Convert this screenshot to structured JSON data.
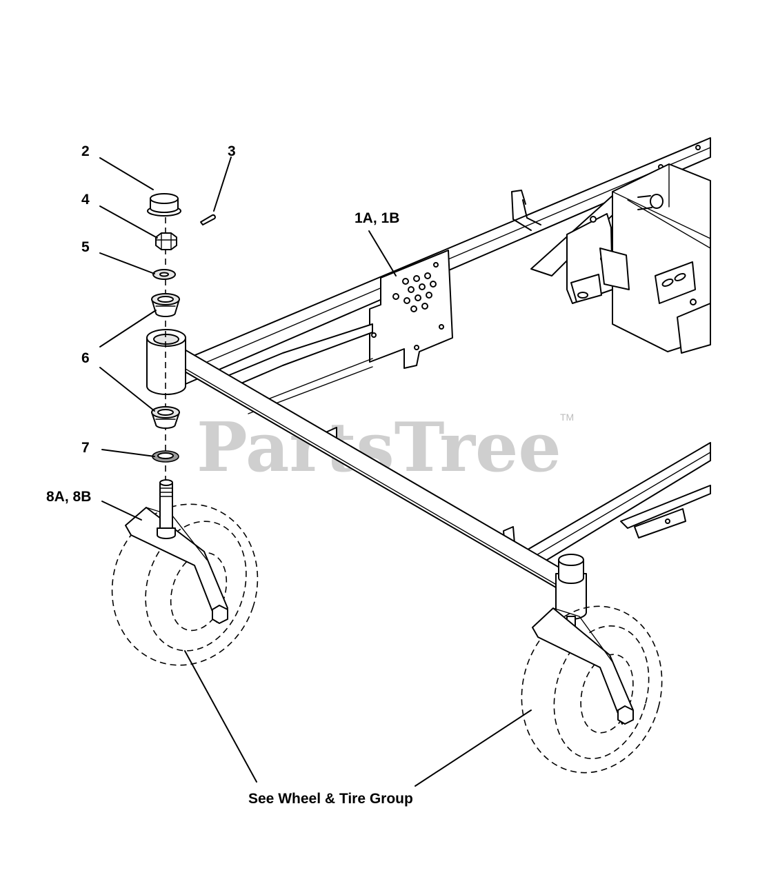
{
  "callouts": {
    "c2": "2",
    "c3": "3",
    "c4": "4",
    "c5": "5",
    "c6": "6",
    "c7": "7",
    "c1": "1A, 1B",
    "c8": "8A, 8B",
    "wheel_group": "See Wheel & Tire Group"
  },
  "watermark": {
    "text": "PartsTree",
    "trademark": "TM"
  }
}
